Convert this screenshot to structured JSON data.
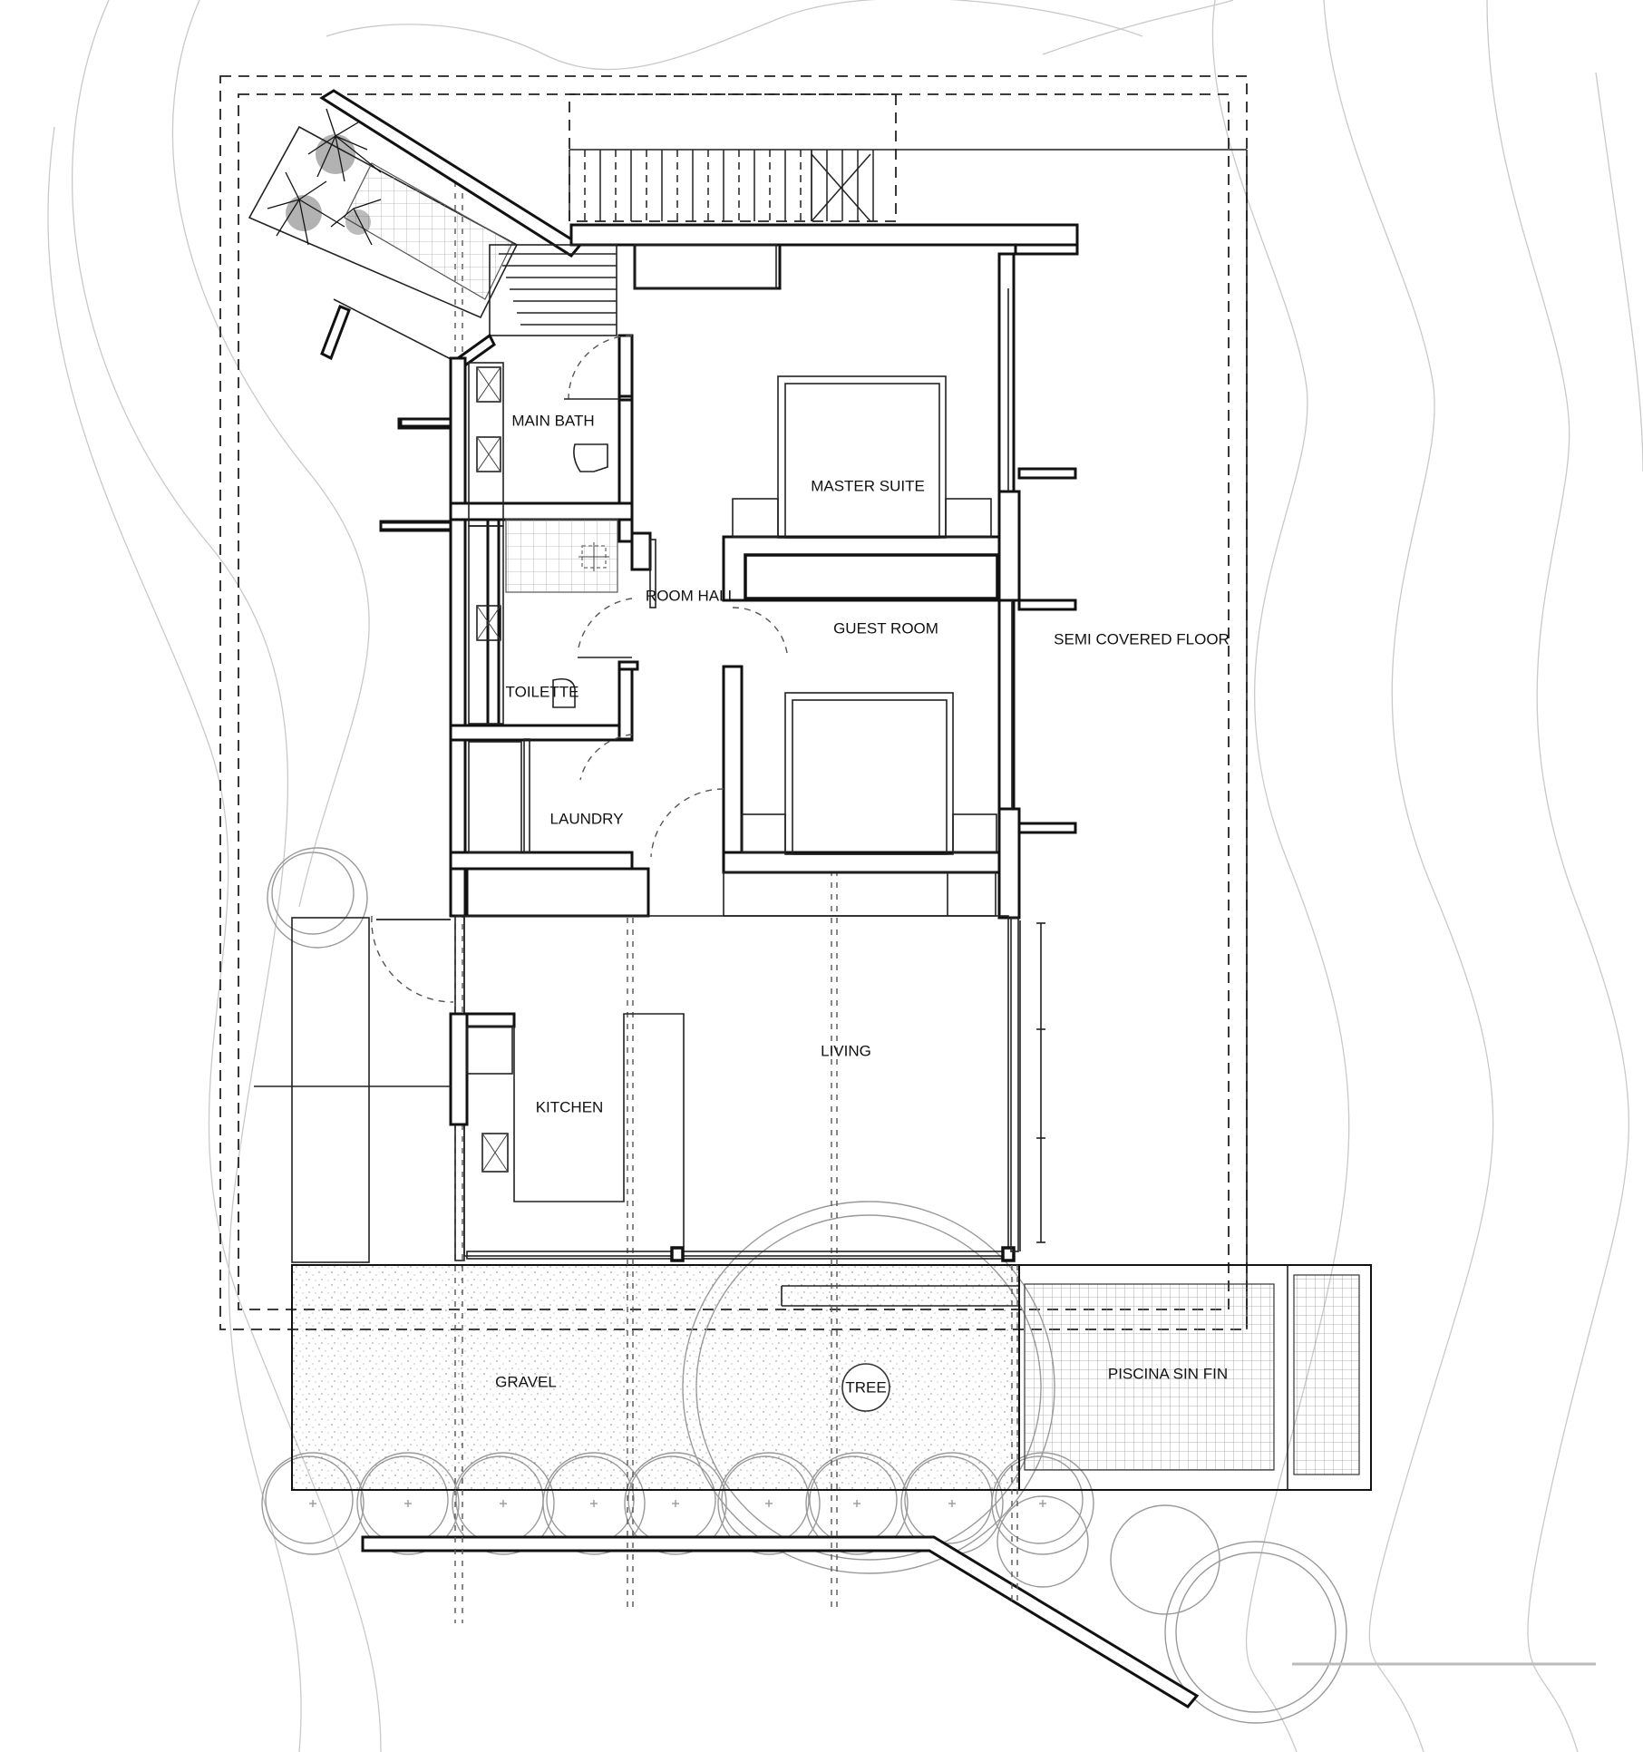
{
  "rooms": {
    "main_bath": "MAIN BATH",
    "master_suite": "MASTER SUITE",
    "room_hall": "ROOM HALL",
    "guest_room": "GUEST ROOM",
    "semi_covered_floor": "SEMI COVERED FLOOR",
    "toilette": "TOILETTE",
    "laundry": "LAUNDRY",
    "living": "LIVING",
    "kitchen": "KITCHEN",
    "gravel": "GRAVEL",
    "tree": "TREE",
    "pool": "PISCINA SIN FIN"
  },
  "colors": {
    "wall": "#111111",
    "contour": "#c9c9c9",
    "tree_outline": "#9a9a9a"
  }
}
